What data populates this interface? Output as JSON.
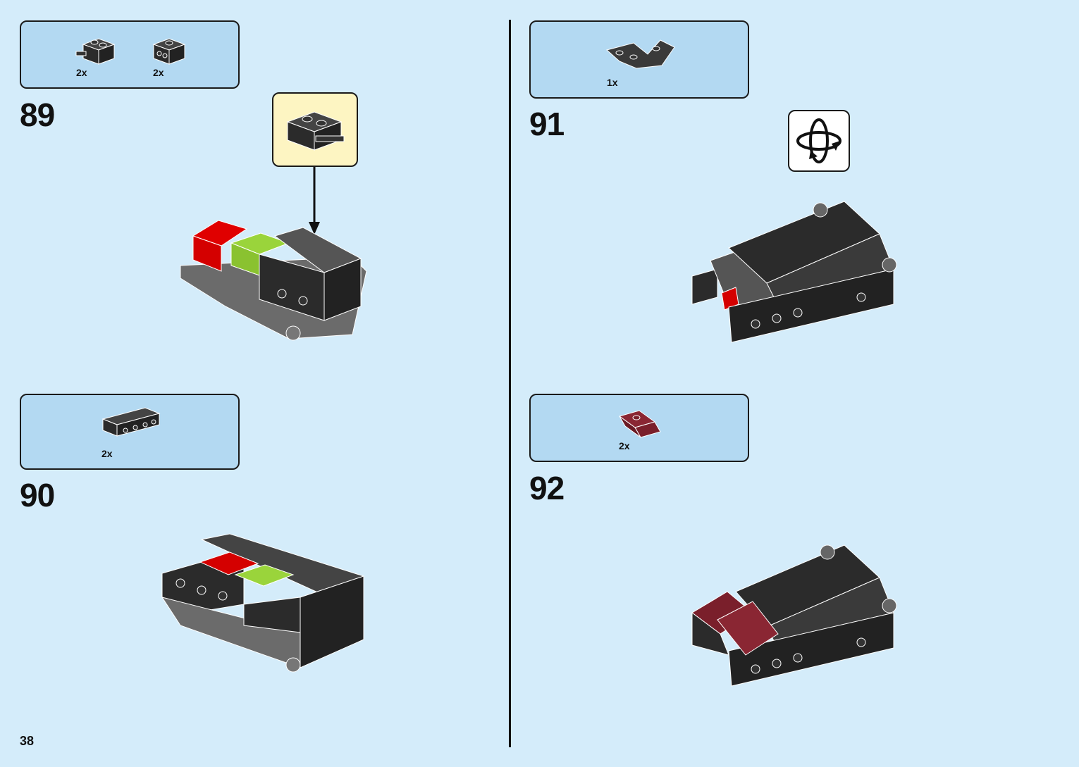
{
  "page": {
    "number": "38"
  },
  "colors": {
    "background": "#d4ecfa",
    "parts_box": "#b3d9f2",
    "callout": "#fdf5c2",
    "brick_black": "#2b2b2b",
    "brick_red": "#d40000",
    "brick_lime": "#9ad43b",
    "brick_gray": "#6b6b6b",
    "brick_dark_red": "#7a1f2b"
  },
  "steps": [
    {
      "number": "89",
      "parts": [
        {
          "qty": "2x",
          "icon": "black-brick-with-clip-icon"
        },
        {
          "qty": "2x",
          "icon": "black-brick-with-studs-sideways-icon"
        }
      ]
    },
    {
      "number": "90",
      "parts": [
        {
          "qty": "2x",
          "icon": "black-1x4-brick-with-side-studs-icon"
        }
      ]
    },
    {
      "number": "91",
      "parts": [
        {
          "qty": "1x",
          "icon": "black-inverted-slope-bracket-icon"
        }
      ],
      "rotate_icon": "rotate-model-icon"
    },
    {
      "number": "92",
      "parts": [
        {
          "qty": "2x",
          "icon": "dark-red-curved-slope-icon"
        }
      ]
    }
  ]
}
